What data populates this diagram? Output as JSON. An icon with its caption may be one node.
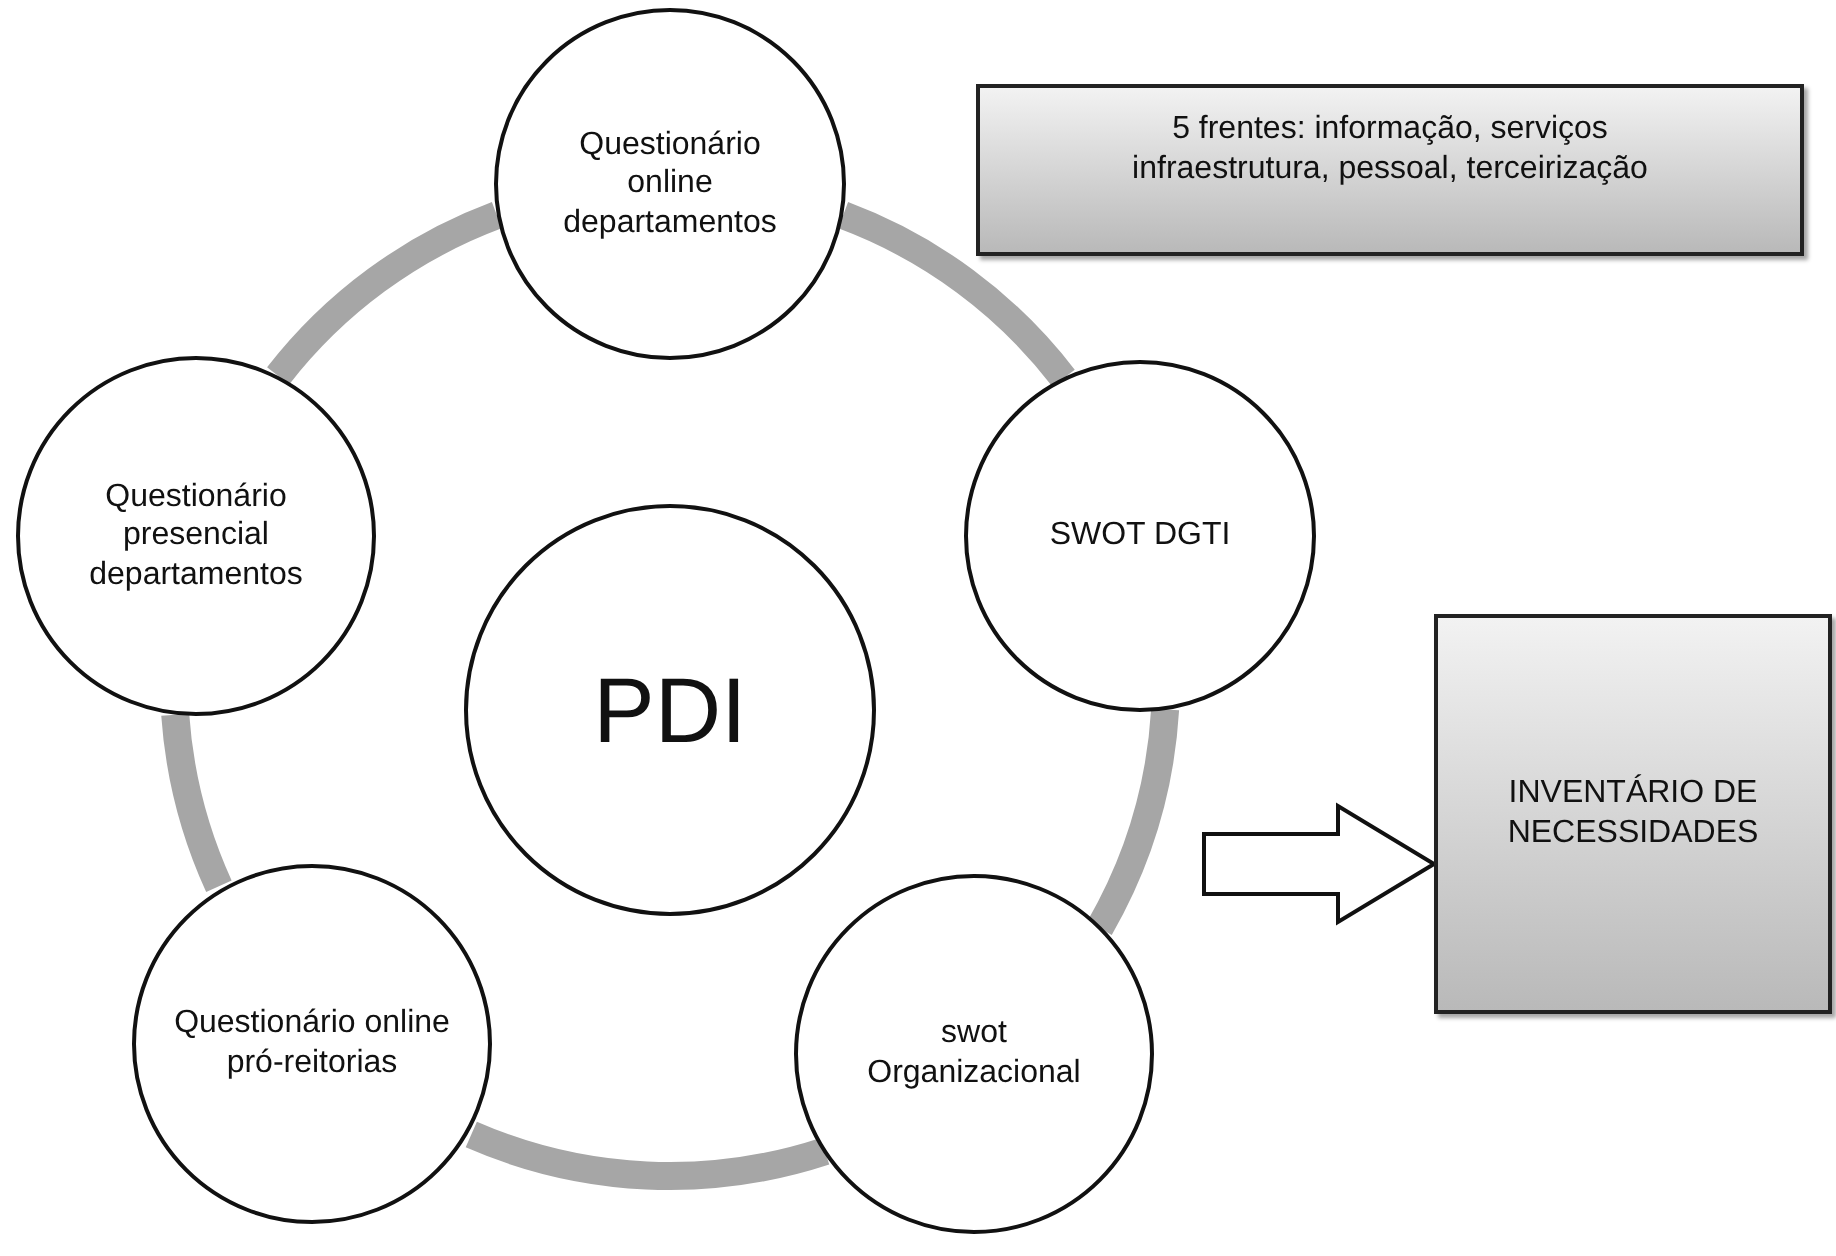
{
  "diagram": {
    "nodes": [
      {
        "text": [
          "Questionário online departamentos"
        ]
      },
      {
        "text": [
          "5 frentes: informação, serviços infraestrutura, pessoal, terceirização"
        ]
      },
      {
        "text": [
          "Questionário presencial departamentos"
        ]
      },
      {
        "text": [
          "PDI"
        ]
      },
      {
        "text": [
          "SWOT DGTI"
        ]
      },
      {
        "text": [
          "INVENTÁRIO DE NECESSIDADES"
        ]
      },
      {
        "text": [
          "Questionário online pró-reitorias"
        ]
      },
      {
        "text": [
          "swot Organizacional"
        ]
      }
    ],
    "edges": [
      {
        "from": 0,
        "to": 4,
        "arrow": "none",
        "color": "#a6a6a6"
      },
      {
        "from": 4,
        "to": 7,
        "arrow": "none",
        "color": "#a6a6a6"
      },
      {
        "from": 7,
        "to": 6,
        "arrow": "none",
        "color": "#a6a6a6"
      },
      {
        "from": 6,
        "to": 2,
        "arrow": "none",
        "color": "#a6a6a6"
      },
      {
        "from": 2,
        "to": 0,
        "arrow": "none",
        "color": "#a6a6a6"
      },
      {
        "from": null,
        "to": 5,
        "arrow": "to"
      }
    ]
  }
}
